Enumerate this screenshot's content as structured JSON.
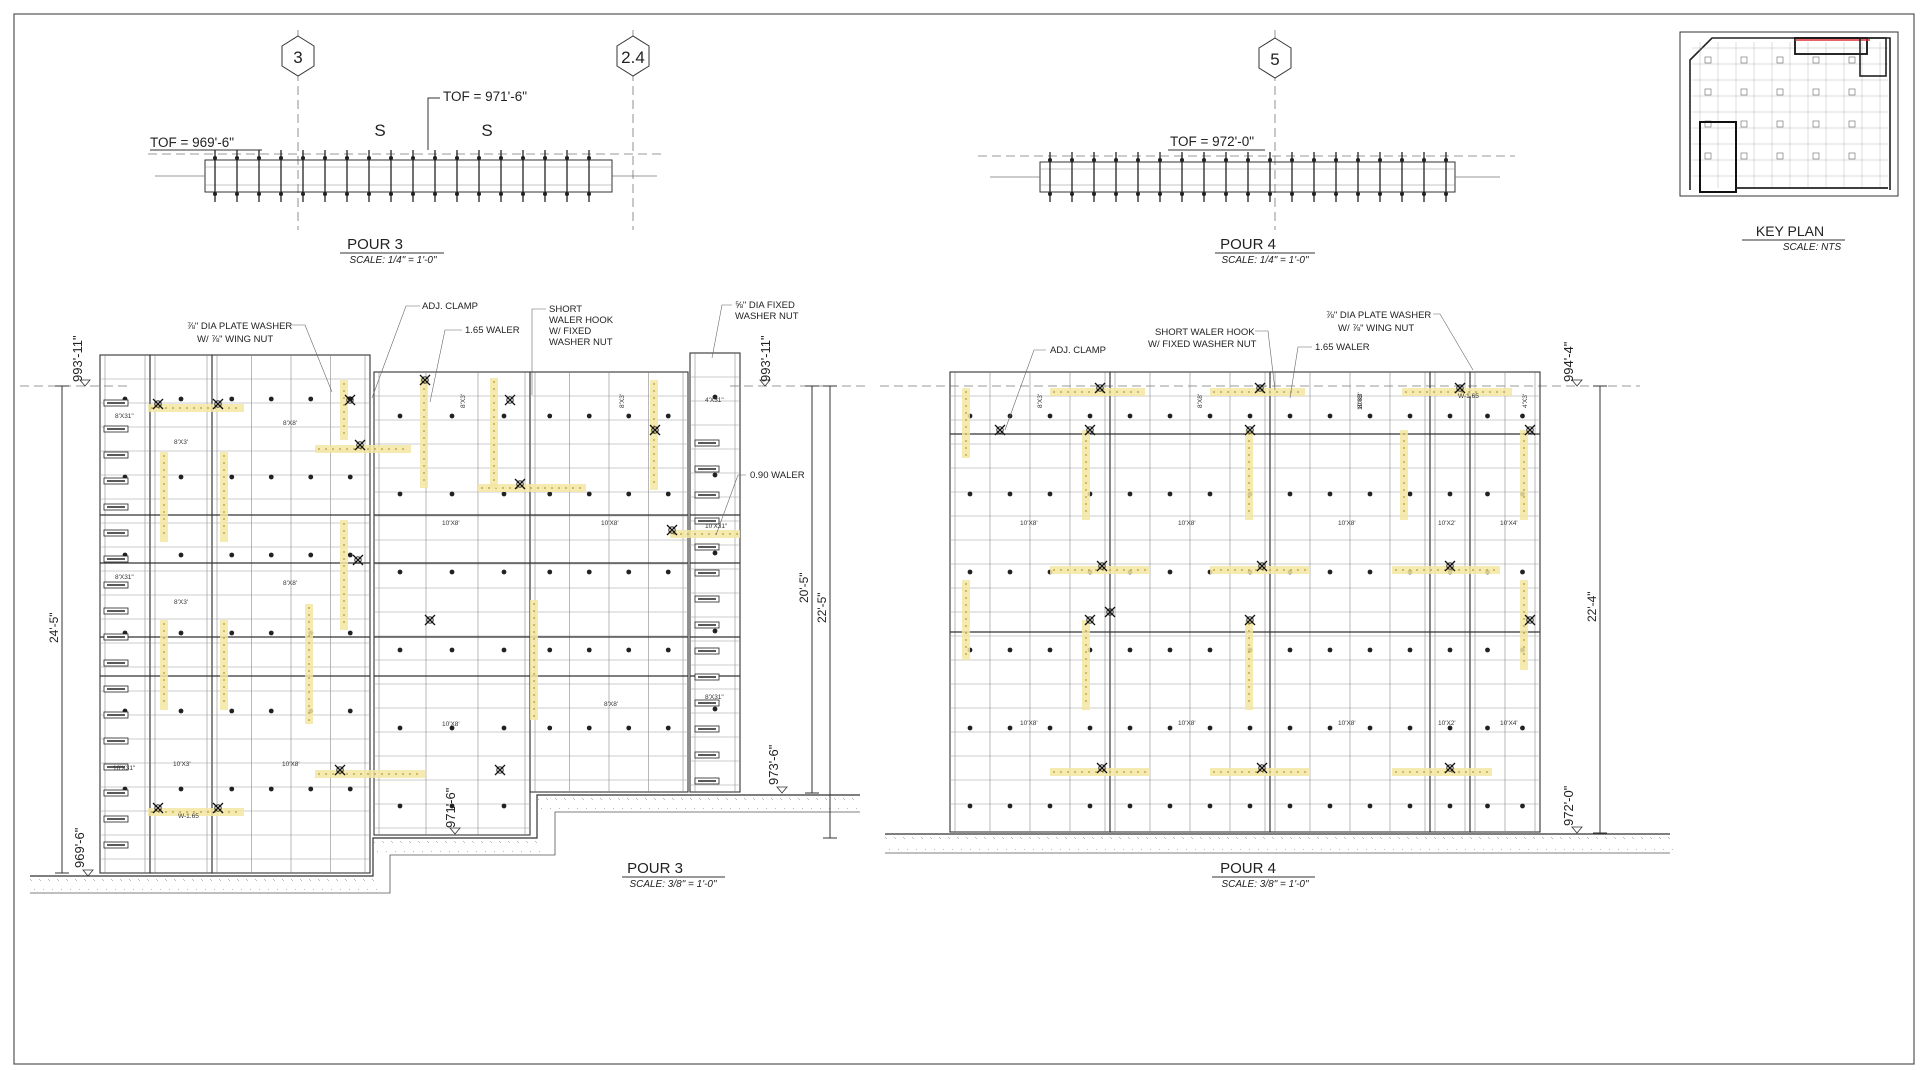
{
  "pour3_section": {
    "grid_left": "3",
    "grid_right": "2.4",
    "tof_left": "TOF = 969'-6\"",
    "tof_top": "TOF = 971'-6\"",
    "s_mark_1": "S",
    "s_mark_2": "S",
    "title": "POUR 3",
    "scale": "SCALE: 1/4\" = 1'-0\""
  },
  "pour4_section": {
    "grid": "5",
    "tof": "TOF = 972'-0\"",
    "title": "POUR 4",
    "scale": "SCALE: 1/4\" = 1'-0\""
  },
  "key_plan": {
    "title": "KEY PLAN",
    "scale": "SCALE: NTS"
  },
  "pour3_elevation": {
    "title": "POUR 3",
    "scale": "SCALE: 3/8\" = 1'-0\"",
    "callouts": {
      "plate_washer_1": "⅞\" DIA PLATE WASHER",
      "plate_washer_2": "W/ ⅞\" WING NUT",
      "adj_clamp": "ADJ. CLAMP",
      "waler_165": "1.65 WALER",
      "hook_1": "SHORT",
      "hook_2": "WALER HOOK",
      "hook_3": "W/ FIXED",
      "hook_4": "WASHER NUT",
      "fixed_washer_1": "⅝\" DIA FIXED",
      "fixed_washer_2": "WASHER NUT",
      "waler_090": "0.90 WALER"
    },
    "elevations": {
      "top_left": "993'-11\"",
      "top_right": "993'-11\"",
      "bottom_left": "969'-6\"",
      "bottom_mid": "971'-6\"",
      "bottom_right": "973'-6\""
    },
    "dimensions": {
      "overall": "24'-5\"",
      "mid": "20'-5\"",
      "right": "22'-5\""
    },
    "panel_tags": {
      "p8x31_a": "8'X31\"",
      "p8x3_a": "8'X3'",
      "p8x8_a": "8'X8'",
      "p8x31_b": "8'X31\"",
      "p8x3_b": "8'X3'",
      "p8x8_b": "8'X8'",
      "p10x3": "10'X3'",
      "p10x31": "10'X31\"",
      "p10x8_a": "10'X8'",
      "p10x8_b": "10'X8'",
      "p10x8_c": "10'X8'",
      "p10x8_d": "10'X8'",
      "p8x8_c": "8'X8'",
      "p8x31_c": "8'X31\"",
      "p4x31": "4'X31\"",
      "p10x31_b": "10'X31\"",
      "p8x3_c": "8'X3'",
      "p8x3_d": "8'X3'",
      "w165": "W-1.65"
    }
  },
  "pour4_elevation": {
    "title": "POUR 4",
    "scale": "SCALE: 3/8\" = 1'-0\"",
    "callouts": {
      "adj_clamp": "ADJ. CLAMP",
      "hook_1": "SHORT WALER HOOK",
      "hook_2": "W/ FIXED WASHER NUT",
      "waler_165": "1.65 WALER",
      "plate_washer_1": "⅞\" DIA PLATE WASHER",
      "plate_washer_2": "W/ ⅞\" WING NUT"
    },
    "elevations": {
      "top": "994'-4\"",
      "bottom": "972'-0\""
    },
    "dimensions": {
      "overall": "22'-4\""
    },
    "panel_tags": {
      "r1": "10'X8'",
      "r2": "10'X8'",
      "r3": "10'X8'",
      "r4": "10'X2'",
      "r5": "10'X4'",
      "s1": "10'X8'",
      "s2": "10'X8'",
      "s3": "10'X8'",
      "s4": "10'X2'",
      "s5": "10'X4'",
      "t1": "8'X3'",
      "t2": "8'X8'",
      "t3": "8'X8'",
      "t4": "10'X3'",
      "t5": "4'X3'",
      "w165": "W-1.65"
    }
  }
}
